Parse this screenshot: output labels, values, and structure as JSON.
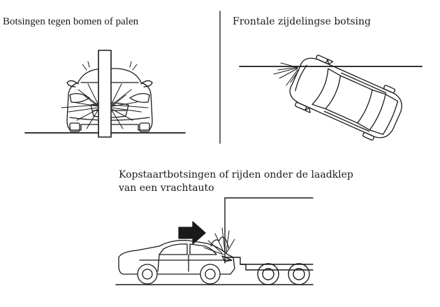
{
  "captions": {
    "trees": "Botsingen tegen bomen of palen",
    "side": "Frontale zijdelingse botsing",
    "truck_line1": "Kopstaartbotsingen of rijden onder de laadklep",
    "truck_line2": "van een vrachtauto"
  },
  "colors": {
    "ink": "#1a1a1a",
    "background": "#ffffff"
  }
}
